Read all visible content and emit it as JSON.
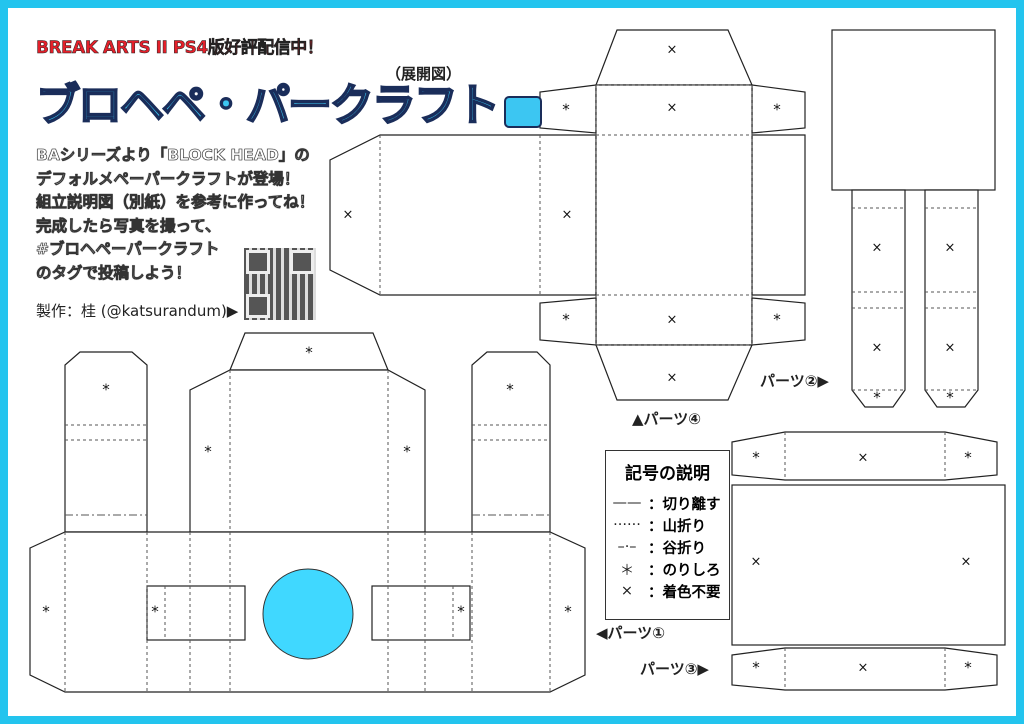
{
  "header": {
    "promo": "BREAK ARTS II PS4版好評配信中！",
    "title": "ブロヘペ・パークラフト",
    "subtitle": "（展開図）"
  },
  "description": [
    "BAシリーズより「BLOCK HEAD」の",
    "デフォルメペーパークラフトが登場！",
    "組立説明図（別紙）を参考に作ってね！",
    "完成したら写真を撮って、",
    "#ブロヘペーパークラフト",
    "のタグで投稿しよう！"
  ],
  "credit": "製作：桂 (@katsurandum)▶",
  "legend": {
    "title": "記号の説明",
    "rows": [
      {
        "symbol": "——",
        "label": "：切り離す"
      },
      {
        "symbol": "······",
        "label": "：山折り"
      },
      {
        "symbol": "–·–",
        "label": "：谷折り"
      },
      {
        "symbol": "＊",
        "label": "：のりしろ"
      },
      {
        "symbol": "×",
        "label": "：着色不要"
      }
    ]
  },
  "part_labels": {
    "part4": "▲パーツ④",
    "part2": "パーツ②▶",
    "part1": "◀パーツ①",
    "part3": "パーツ③▶"
  },
  "marks": {
    "glue": "*",
    "no_color": "×"
  },
  "colors": {
    "border": "#23c4ee",
    "lens": "#40d8ff",
    "promo": "#e4202a"
  }
}
